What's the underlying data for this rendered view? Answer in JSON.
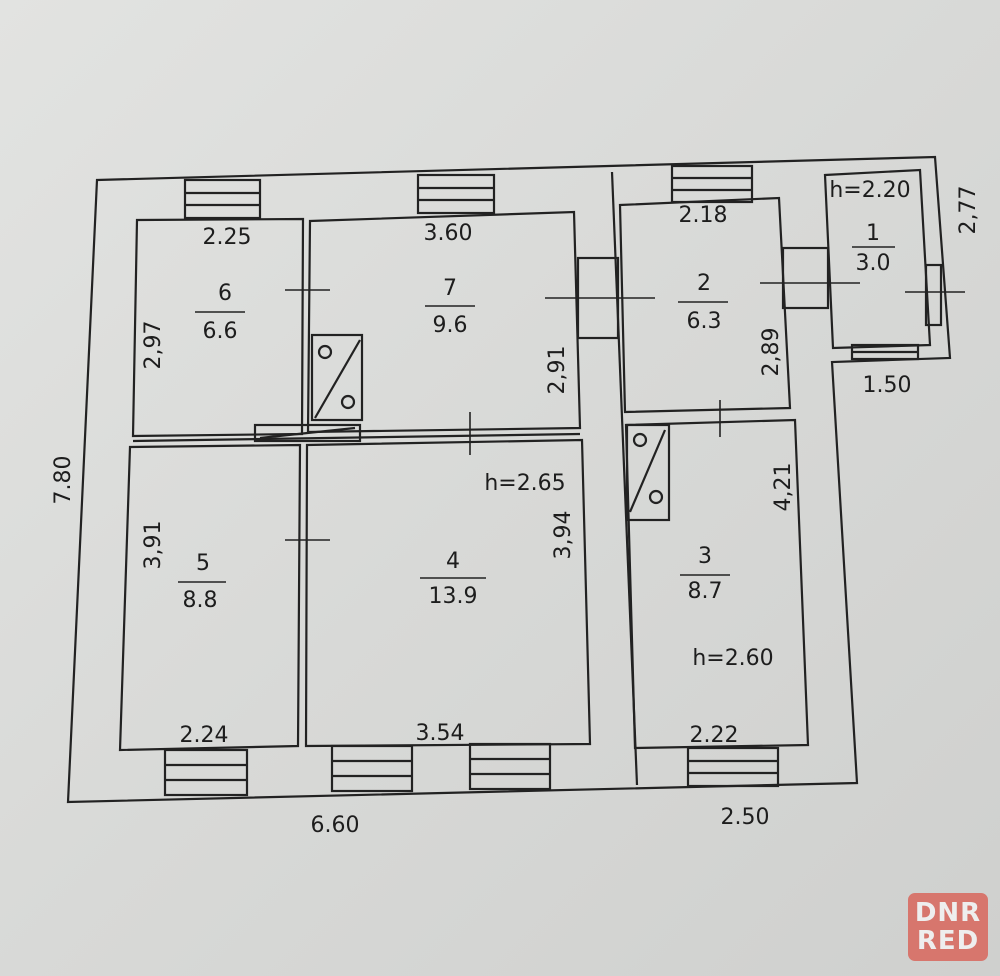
{
  "plan": {
    "overall": {
      "height": "7.80",
      "width_left": "6.60",
      "width_right": "2.50"
    },
    "rooms": [
      {
        "number": "1",
        "area": "3.0",
        "ceiling": "h=2.20",
        "width": "1.50",
        "length": "2,77"
      },
      {
        "number": "2",
        "area": "6.3",
        "width": "2.18",
        "length": "2,89"
      },
      {
        "number": "3",
        "area": "8.7",
        "width": "2.22",
        "length": "4,21",
        "ceiling": "h=2.60"
      },
      {
        "number": "4",
        "area": "13.9",
        "width": "3.54",
        "length": "3,94",
        "ceiling": "h=2.65"
      },
      {
        "number": "5",
        "area": "8.8",
        "width": "2.24",
        "length": "3,91"
      },
      {
        "number": "6",
        "area": "6.6",
        "width": "2.25",
        "length": "2,97"
      },
      {
        "number": "7",
        "area": "9.6",
        "width": "3.60",
        "length": "2,91"
      }
    ]
  },
  "watermark": {
    "line1": "DNR",
    "line2": "RED"
  }
}
